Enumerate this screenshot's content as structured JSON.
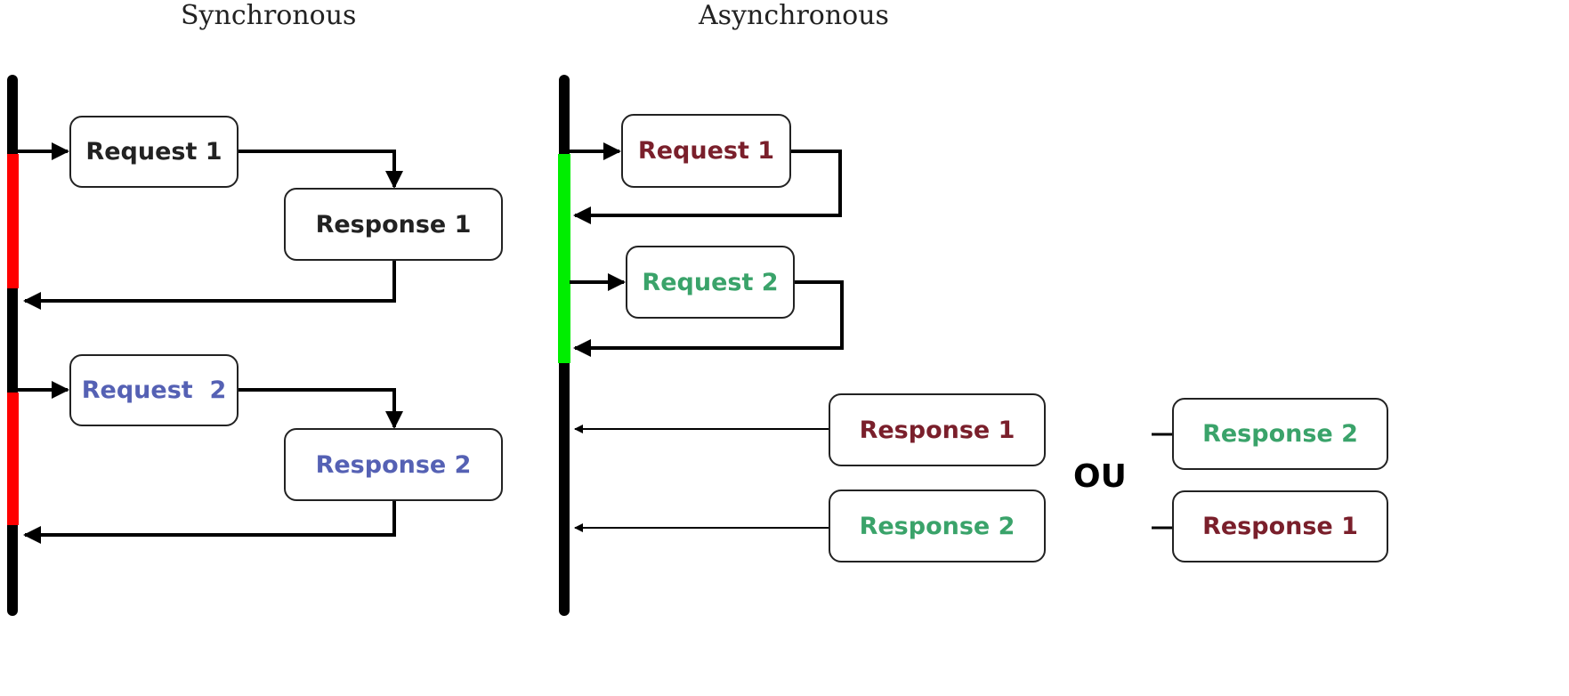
{
  "titles": {
    "sync": "Synchronous",
    "async": "Asynchronous"
  },
  "separator": "OU",
  "colors": {
    "dark": "#222222",
    "maroon": "#7a1f2b",
    "green": "#3aa36a",
    "blue": "#5561b4",
    "red": "#ff0000",
    "lime": "#00ee00",
    "line": "#000000"
  },
  "sync_boxes": {
    "request1": "Request 1",
    "response1": "Response 1",
    "request2": "Request  2",
    "response2": "Response 2"
  },
  "async_boxes": {
    "request1": "Request 1",
    "request2": "Request 2",
    "response1": "Response 1",
    "response2": "Response 2"
  },
  "alt_boxes": {
    "response2": "Response 2",
    "response1": "Response 1"
  }
}
